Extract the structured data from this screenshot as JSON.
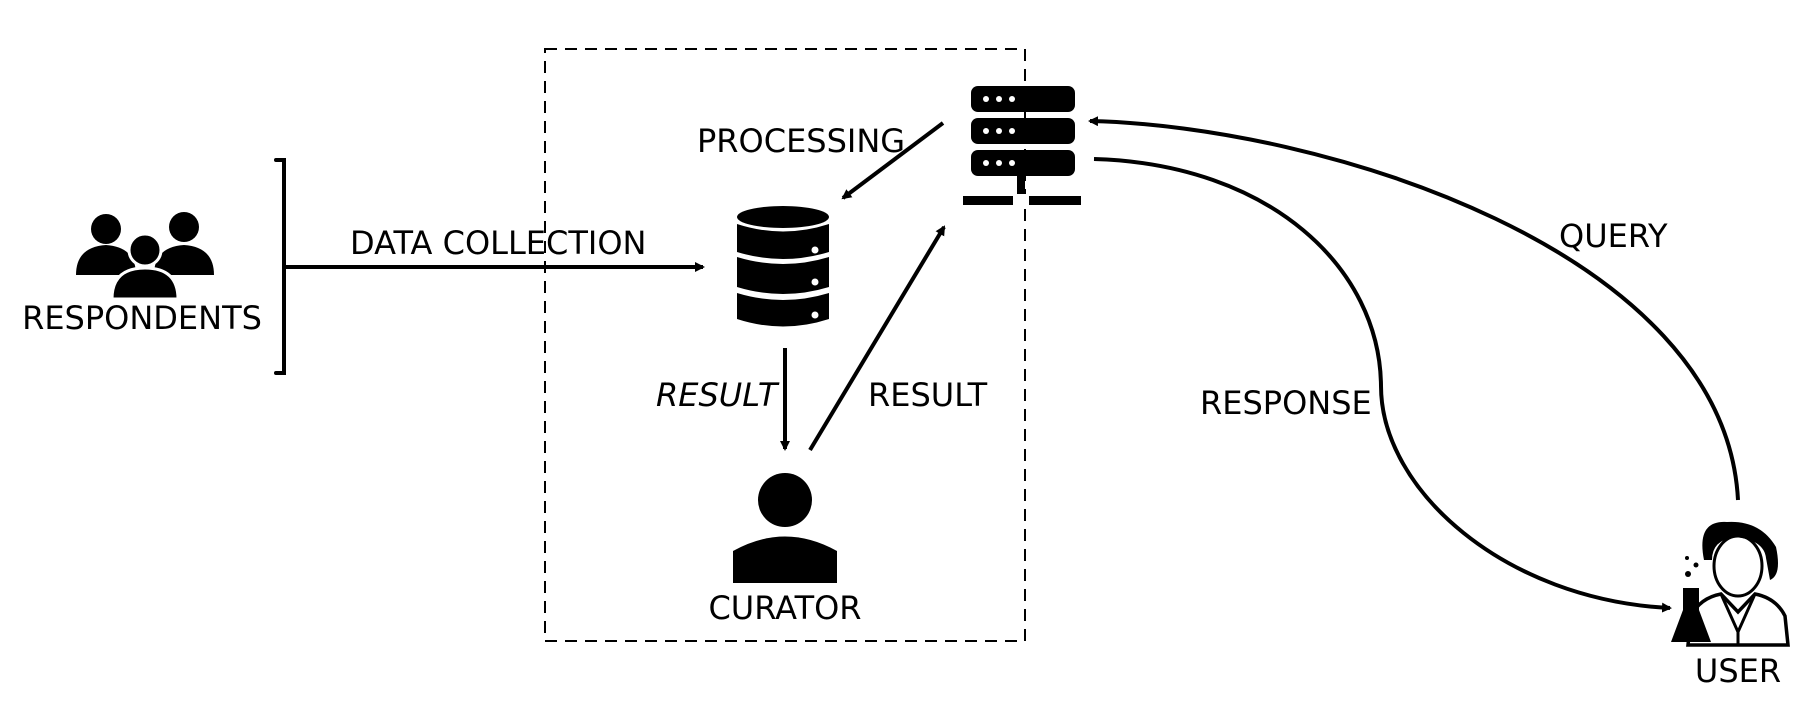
{
  "nodes": {
    "respondents": {
      "label": "RESPONDENTS",
      "icon": "people-group-icon"
    },
    "database": {
      "label": "",
      "icon": "database-icon"
    },
    "server": {
      "label": "",
      "icon": "server-icon"
    },
    "curator": {
      "label": "CURATOR",
      "icon": "person-icon"
    },
    "user": {
      "label": "USER",
      "icon": "scientist-icon"
    }
  },
  "edges": {
    "data_collection": {
      "label": "DATA COLLECTION"
    },
    "processing": {
      "label": "PROCESSING"
    },
    "result_db_to_curator": {
      "label": "RESULT",
      "italic": true
    },
    "result_curator_to_server": {
      "label": "RESULT"
    },
    "query": {
      "label": "QUERY"
    },
    "response": {
      "label": "RESPONSE"
    }
  },
  "colors": {
    "ink": "#000000",
    "background": "#ffffff"
  }
}
